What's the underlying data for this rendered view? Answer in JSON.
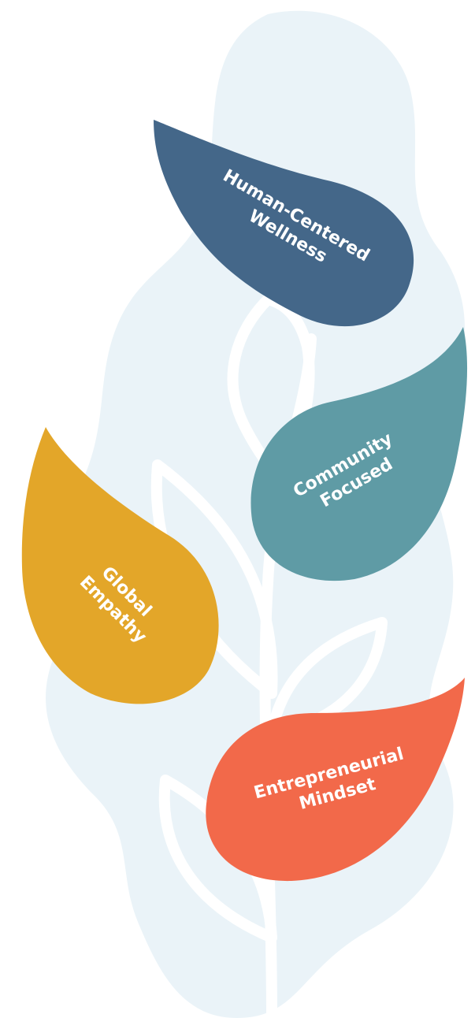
{
  "leaves": [
    {
      "id": "wellness",
      "lines": [
        "Human-Centered",
        "Wellness"
      ],
      "color": "#446789"
    },
    {
      "id": "community",
      "lines": [
        "Community",
        "Focused"
      ],
      "color": "#5f9ba5"
    },
    {
      "id": "empathy",
      "lines": [
        "Global",
        "Empathy"
      ],
      "color": "#e3a629"
    },
    {
      "id": "entrepreneurial",
      "lines": [
        "Entrepreneurial",
        "Mindset"
      ],
      "color": "#f2694a"
    }
  ],
  "background_color": "#eaf3f8",
  "stem_color": "#ffffff"
}
